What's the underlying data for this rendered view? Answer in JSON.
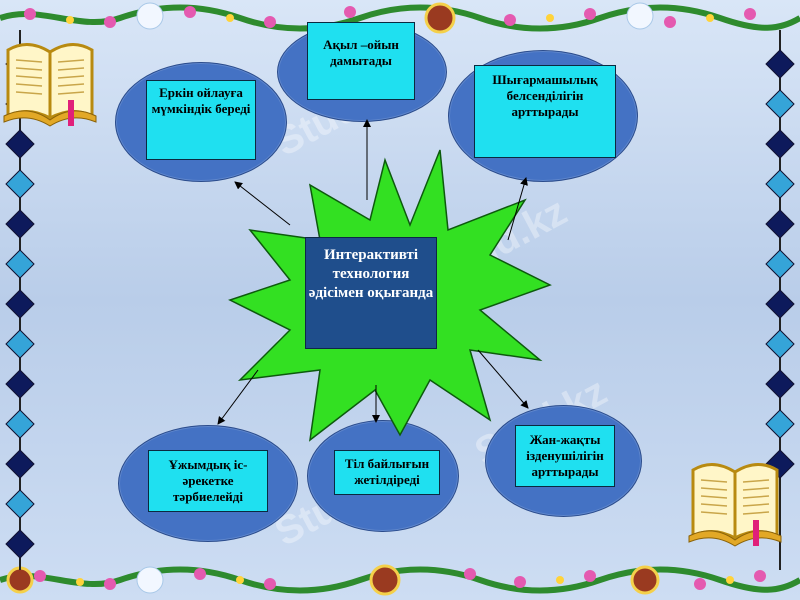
{
  "center": {
    "title": "Интерактивті технология әдісімен оқығанда"
  },
  "nodes": {
    "top_center": "Ақыл –ойын дамытады",
    "top_left": "Еркін ойлауға мүмкіндік береді",
    "top_right": "Шығармашылық белсенділігін арттырады",
    "bottom_left": "Ұжымдық іс-әрекетке тәрбиелейді",
    "bottom_center": "Тіл байлығын жетілдіреді",
    "bottom_right": "Жан-жақты ізденушілігін арттырады"
  },
  "watermark": "Stud.kz",
  "colors": {
    "ellipse": "#4472c4",
    "box": "#1fe0f0",
    "center_box": "#1f4e8c",
    "star": "#33e022"
  }
}
